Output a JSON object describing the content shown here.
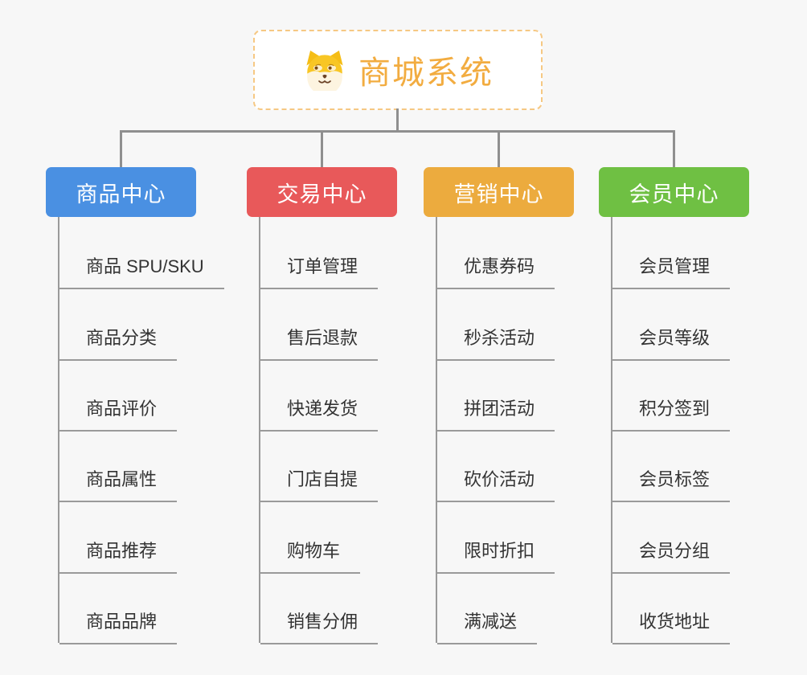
{
  "root": {
    "title": "商城系统",
    "icon": "shiba-dog-icon",
    "title_color": "#f2ac40",
    "border_color": "#f6c883"
  },
  "connector_color": "#8f8f8f",
  "branches": [
    {
      "label": "商品中心",
      "color": "#4a90e2",
      "children": [
        "商品 SPU/SKU",
        "商品分类",
        "商品评价",
        "商品属性",
        "商品推荐",
        "商品品牌"
      ]
    },
    {
      "label": "交易中心",
      "color": "#e8595a",
      "children": [
        "订单管理",
        "售后退款",
        "快递发货",
        "门店自提",
        "购物车",
        "销售分佣"
      ]
    },
    {
      "label": "营销中心",
      "color": "#ecab3e",
      "children": [
        "优惠券码",
        "秒杀活动",
        "拼团活动",
        "砍价活动",
        "限时折扣",
        "满减送"
      ]
    },
    {
      "label": "会员中心",
      "color": "#6fc043",
      "children": [
        "会员管理",
        "会员等级",
        "积分签到",
        "会员标签",
        "会员分组",
        "收货地址"
      ]
    }
  ]
}
